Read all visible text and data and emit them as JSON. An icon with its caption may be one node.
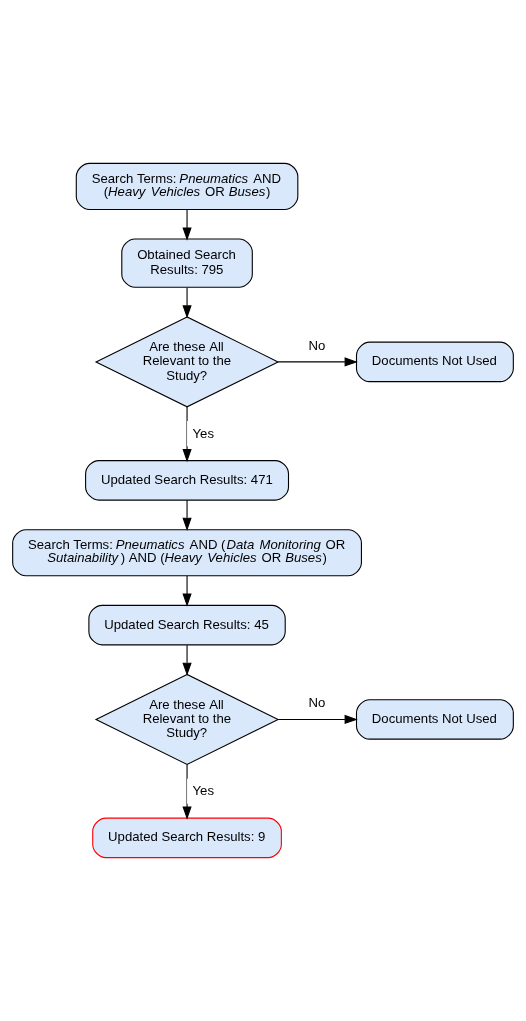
{
  "diagram": {
    "nodes": [
      {
        "text": [
          "Search Terms: *Pneumatics* AND (*Heavy Vehicles* OR *Buses*)"
        ]
      },
      {
        "text": [
          "Obtained Search Results: 795"
        ]
      },
      {
        "text": [
          "Are these All Relevant to the Study?"
        ]
      },
      {
        "text": [
          "Documents Not Used"
        ]
      },
      {
        "text": [
          "Updated Search Results: 471"
        ]
      },
      {
        "text": [
          "Search Terms: *Pneumatics* AND (*Data Monitoring* OR *Sutainability*) AND (*Heavy Vehicles* OR *Buses*)"
        ]
      },
      {
        "text": [
          "Updated Search Results: 45"
        ]
      },
      {
        "text": [
          "Are these All Relevant to the Study?"
        ]
      },
      {
        "text": [
          "Documents Not Used"
        ]
      },
      {
        "text": [
          "Updated Search Results: 9"
        ]
      }
    ],
    "edges": [
      {
        "from": 0,
        "to": 1,
        "arrow": "to"
      },
      {
        "from": 1,
        "to": 2,
        "arrow": "to"
      },
      {
        "from": 2,
        "to": 3,
        "arrow": "to",
        "label": "No"
      },
      {
        "from": 2,
        "to": 4,
        "arrow": "to",
        "label": "Yes"
      },
      {
        "from": 4,
        "to": 5,
        "arrow": "to"
      },
      {
        "from": 5,
        "to": 6,
        "arrow": "to"
      },
      {
        "from": 6,
        "to": 7,
        "arrow": "to"
      },
      {
        "from": 7,
        "to": 8,
        "arrow": "to",
        "label": "No"
      },
      {
        "from": 7,
        "to": 9,
        "arrow": "to",
        "label": "Yes"
      }
    ]
  }
}
